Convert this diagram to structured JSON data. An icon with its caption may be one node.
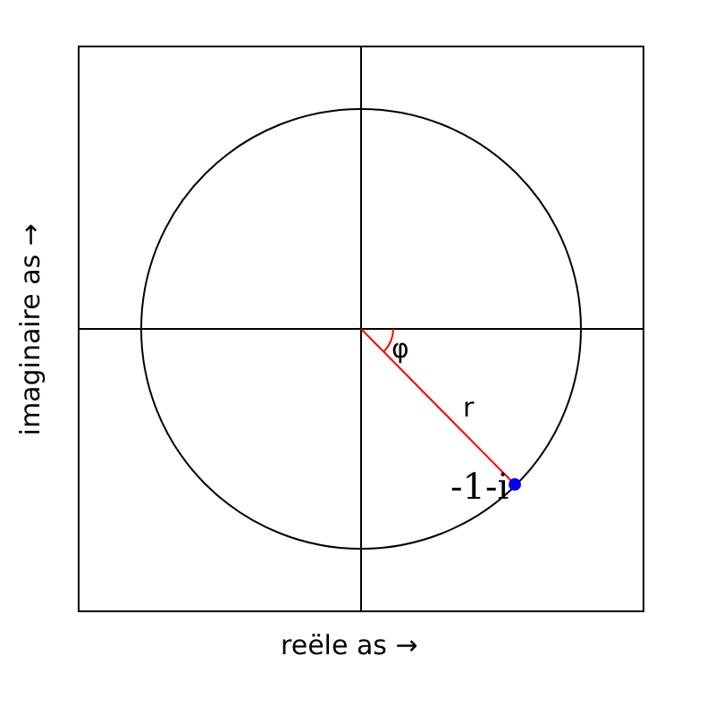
{
  "diagram": {
    "labels": [
      "φ",
      "r",
      "-1-i",
      "reële as →",
      "imaginaire as →"
    ]
  }
}
